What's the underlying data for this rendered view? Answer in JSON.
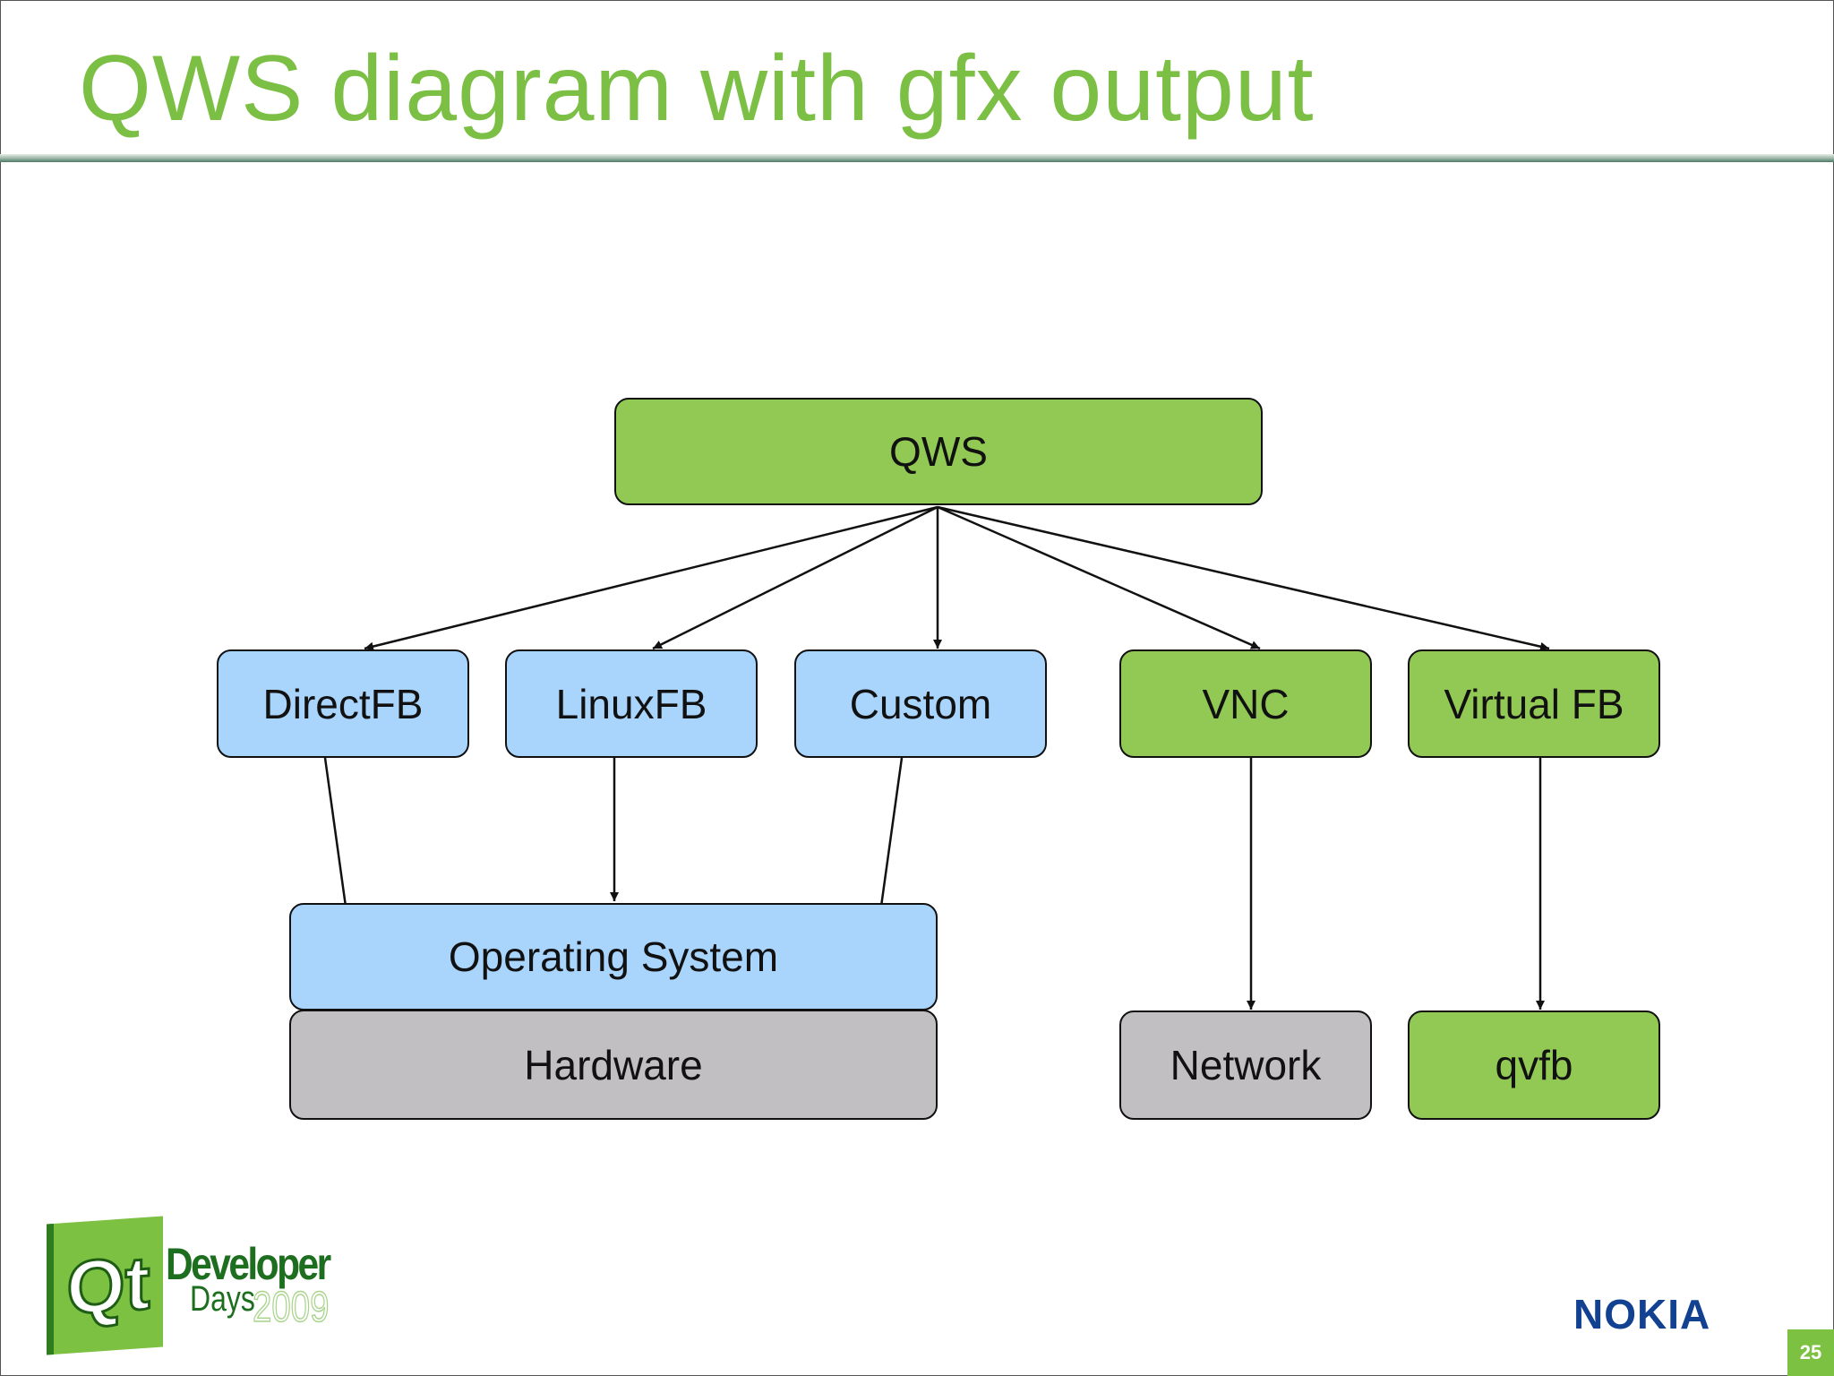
{
  "slide": {
    "title": "QWS diagram with gfx output",
    "page_number": "25"
  },
  "diagram": {
    "nodes": {
      "qws": "QWS",
      "directfb": "DirectFB",
      "linuxfb": "LinuxFB",
      "custom": "Custom",
      "vnc": "VNC",
      "virtualfb": "Virtual FB",
      "os": "Operating System",
      "hardware": "Hardware",
      "network": "Network",
      "qvfb": "qvfb"
    },
    "colors": {
      "green": "#92c955",
      "blue": "#a9d4fb",
      "gray": "#c1bfc2"
    }
  },
  "branding": {
    "logo_qt": "Qt",
    "logo_developer": "Developer",
    "logo_days": "Days",
    "logo_year": "2009",
    "nokia": "NOKIA"
  }
}
